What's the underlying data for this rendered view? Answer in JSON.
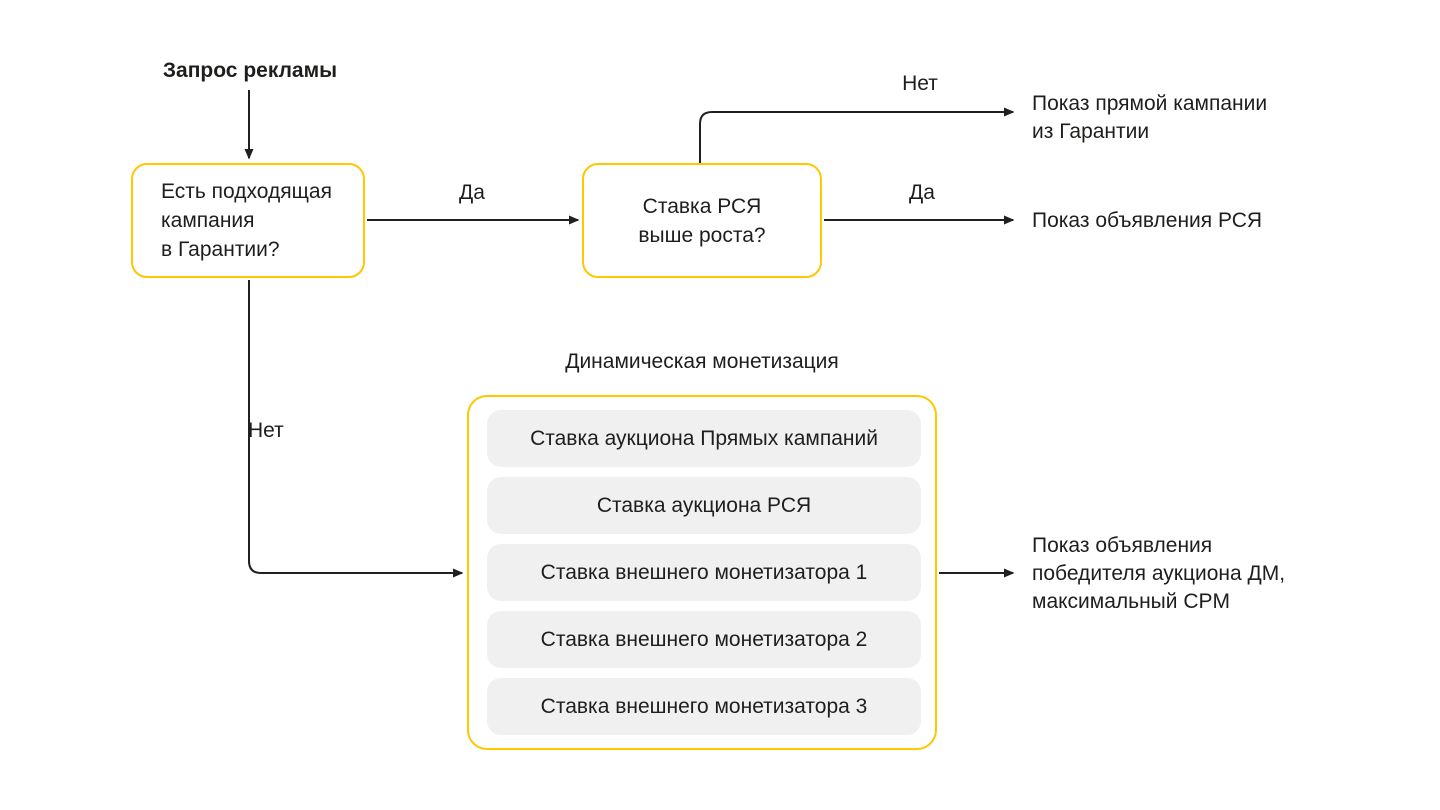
{
  "colors": {
    "accent_yellow": "#ffc700",
    "pill_background": "#f0f0f0",
    "line": "#21201e",
    "text": "#1e1e1c",
    "background": "#ffffff"
  },
  "flow": {
    "start_label": "Запрос рекламы",
    "decision_guarantee": {
      "lines": [
        "Есть подходящая",
        "кампания",
        "в Гарантии?"
      ]
    },
    "decision_rsya": {
      "lines": [
        "Ставка РСЯ",
        "выше роста?"
      ]
    },
    "edge_labels": {
      "guarantee_yes": "Да",
      "guarantee_no": "Нет",
      "rsya_yes": "Да",
      "rsya_no": "Нет"
    },
    "outcomes": {
      "direct_campaign": {
        "lines": [
          "Показ прямой кампании",
          "из Гарантии"
        ]
      },
      "rsya_ad": {
        "lines": [
          "Показ объявления РСЯ"
        ]
      },
      "dm_winner": {
        "lines": [
          "Показ объявления",
          "победителя аукциона ДМ,",
          "максимальный CPM"
        ]
      }
    },
    "dynamic_monetization": {
      "title": "Динамическая монетизация",
      "bids": [
        "Ставка аукциона Прямых кампаний",
        "Ставка аукциона РСЯ",
        "Ставка внешнего монетизатора 1",
        "Ставка внешнего монетизатора 2",
        "Ставка внешнего монетизатора 3"
      ]
    }
  }
}
